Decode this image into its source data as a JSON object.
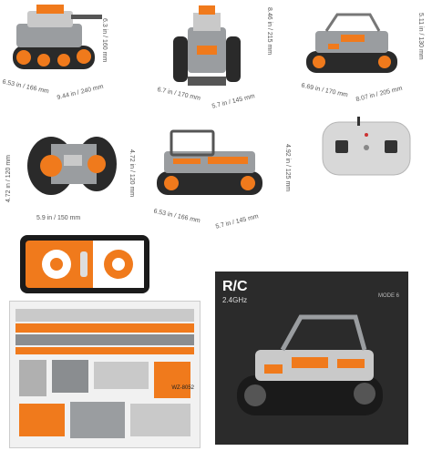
{
  "dims": {
    "tank1_w": "6.53 in / 166 mm",
    "tank1_l": "9.44 in / 240 mm",
    "tank1_h": "6.3 in / 160 mm",
    "robot_w": "6.7 in / 170 mm",
    "robot_l": "5.7 in / 145 mm",
    "robot_h": "8.46 in / 215 mm",
    "crawler_w": "6.69 in / 170 mm",
    "crawler_l": "8.07 in / 205 mm",
    "crawler_h": "5.11 in / 130 mm",
    "roller_w": "4.72 in / 120 mm",
    "roller_l": "5.9 in / 150 mm",
    "roller_h": "4.72 in / 120 mm",
    "truck_w": "6.53 in / 166 mm",
    "truck_l": "5.7 in / 145 mm",
    "truck_h": "4.92 in / 125 mm"
  },
  "manual": {
    "title": "R/C",
    "subtitle": "2.4GHz",
    "mode": "MODE 6"
  },
  "sticker_sheet": {
    "code": "WZ-8052"
  },
  "colors": {
    "orange": "#f07a1c",
    "grey": "#8a8d90",
    "dark": "#2a2a2a",
    "manual_bg": "#2b2b2b"
  }
}
